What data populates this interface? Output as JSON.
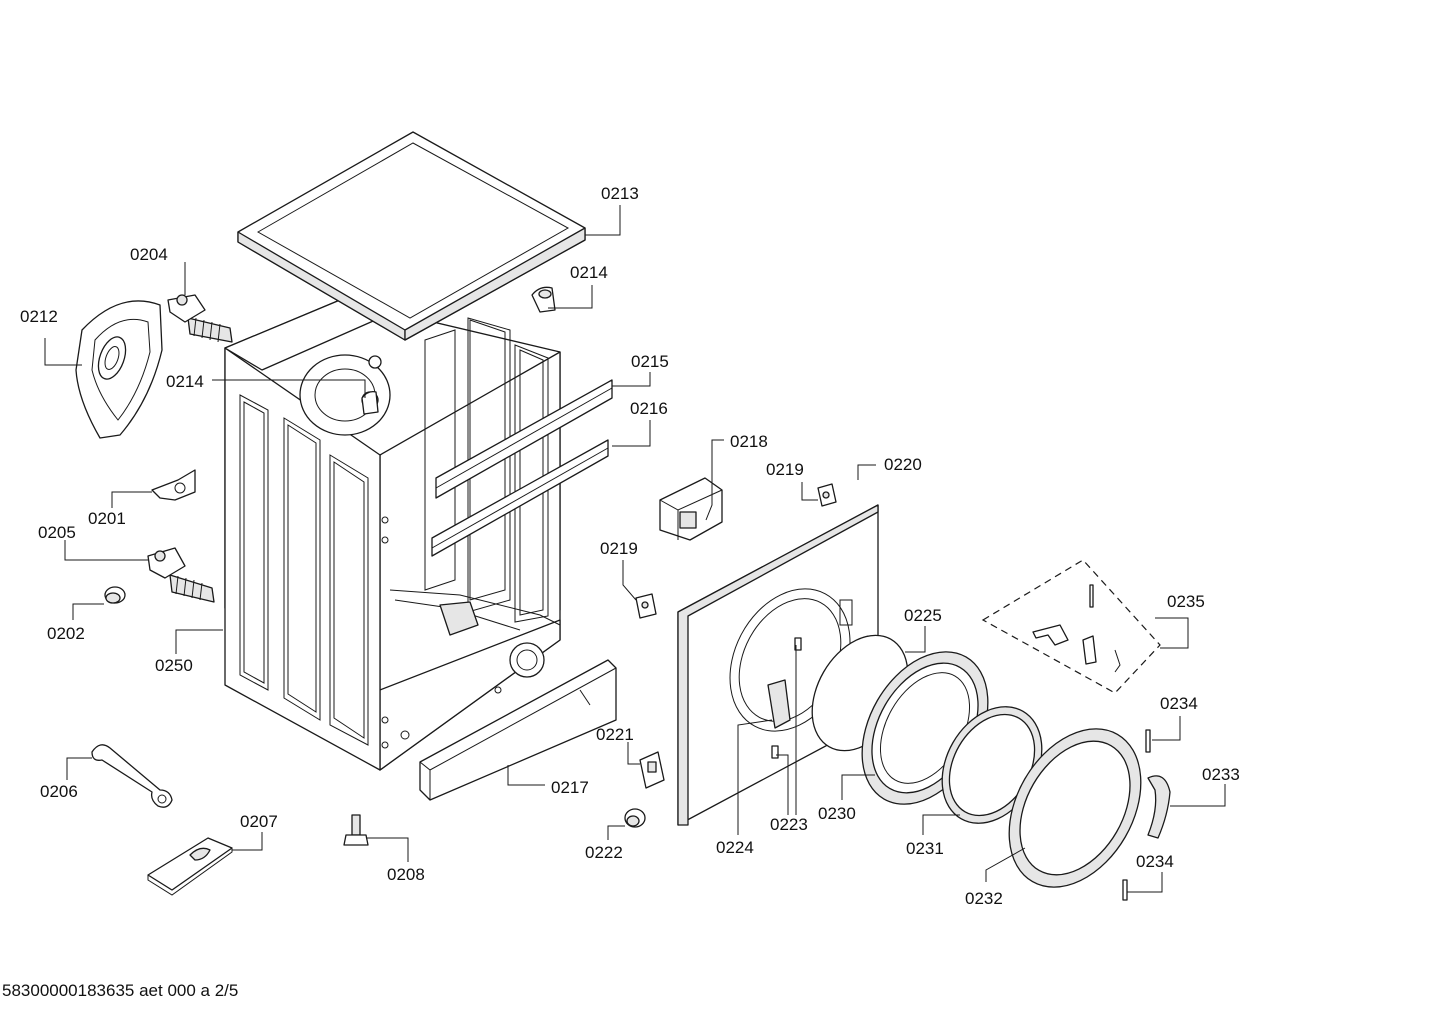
{
  "diagram": {
    "labels": {
      "p0201": "0201",
      "p0202": "0202",
      "p0204": "0204",
      "p0205": "0205",
      "p0206": "0206",
      "p0207": "0207",
      "p0208": "0208",
      "p0212": "0212",
      "p0213": "0213",
      "p0214a": "0214",
      "p0214b": "0214",
      "p0215": "0215",
      "p0216": "0216",
      "p0217": "0217",
      "p0218": "0218",
      "p0219a": "0219",
      "p0219b": "0219",
      "p0220": "0220",
      "p0221": "0221",
      "p0222": "0222",
      "p0223": "0223",
      "p0224": "0224",
      "p0225": "0225",
      "p0230": "0230",
      "p0231": "0231",
      "p0232": "0232",
      "p0233": "0233",
      "p0234a": "0234",
      "p0234b": "0234",
      "p0235": "0235",
      "p0250": "0250"
    }
  },
  "footer": {
    "document_code": "58300000183635 aet 000 a 2/5"
  }
}
